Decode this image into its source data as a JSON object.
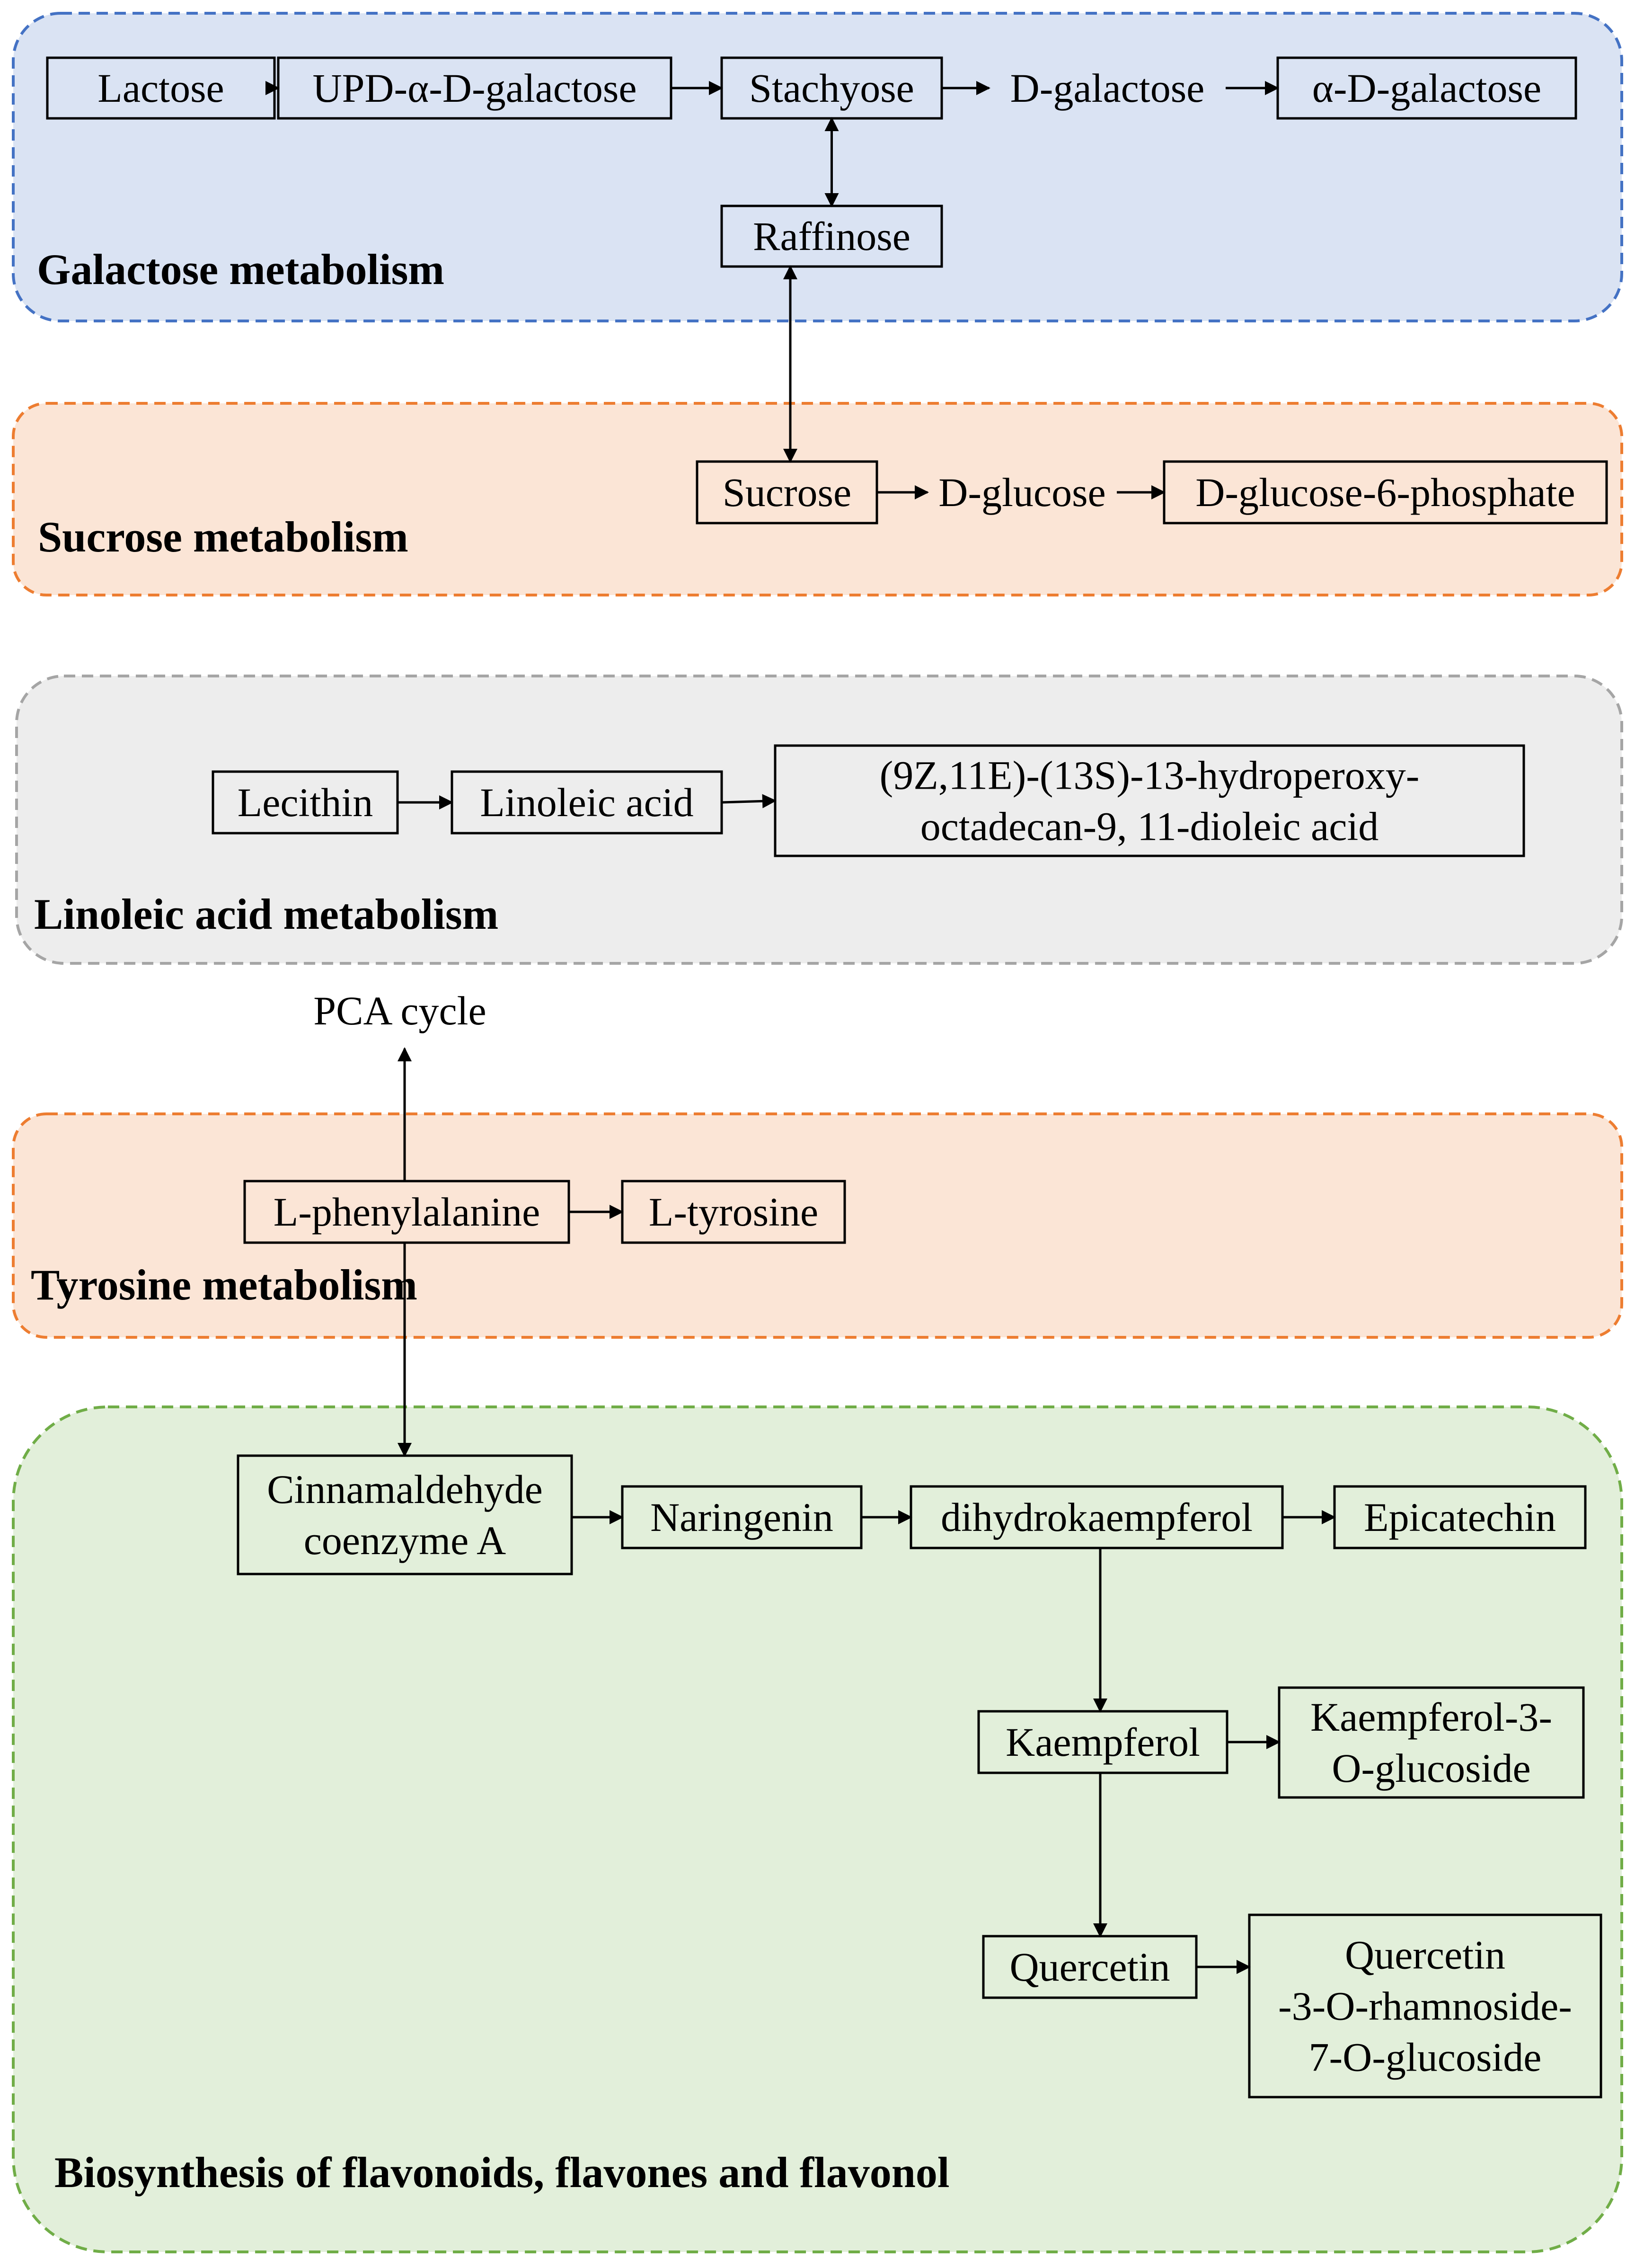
{
  "regions": [
    {
      "id": "galactose",
      "title": "Galactose metabolism",
      "fill": "#dae3f3",
      "stroke": "#4472c4"
    },
    {
      "id": "sucrose",
      "title": "Sucrose metabolism",
      "fill": "#fbe5d6",
      "stroke": "#ed7d31"
    },
    {
      "id": "linoleic",
      "title": "Linoleic acid metabolism",
      "fill": "#ededed",
      "stroke": "#a5a5a5"
    },
    {
      "id": "tyrosine",
      "title": "Tyrosine metabolism",
      "fill": "#fbe5d6",
      "stroke": "#ed7d31"
    },
    {
      "id": "flavonoid",
      "title": "Biosynthesis of flavonoids, flavones and flavonol",
      "fill": "#e2efda",
      "stroke": "#70ad47"
    }
  ],
  "nodes": {
    "lactose": {
      "lines": [
        "Lactose"
      ],
      "boxed": true
    },
    "upd_galactose": {
      "lines": [
        "UPD-α-D-galactose"
      ],
      "boxed": true
    },
    "stachyose": {
      "lines": [
        "Stachyose"
      ],
      "boxed": true
    },
    "d_galactose": {
      "lines": [
        "D-galactose"
      ],
      "boxed": false
    },
    "alpha_galactose": {
      "lines": [
        "α-D-galactose"
      ],
      "boxed": true
    },
    "raffinose": {
      "lines": [
        "Raffinose"
      ],
      "boxed": true
    },
    "sucrose": {
      "lines": [
        "Sucrose"
      ],
      "boxed": true
    },
    "d_glucose": {
      "lines": [
        "D-glucose"
      ],
      "boxed": false
    },
    "glucose_6_phosphate": {
      "lines": [
        "D-glucose-6-phosphate"
      ],
      "boxed": true
    },
    "lecithin": {
      "lines": [
        "Lecithin"
      ],
      "boxed": true
    },
    "linoleic_acid": {
      "lines": [
        "Linoleic acid"
      ],
      "boxed": true
    },
    "hydroperoxy": {
      "lines": [
        "(9Z,11E)-(13S)-13-hydroperoxy-",
        "octadecan-9, 11-dioleic acid"
      ],
      "boxed": true
    },
    "pca_cycle": {
      "lines": [
        "PCA cycle"
      ],
      "boxed": false
    },
    "l_phenylalanine": {
      "lines": [
        "L-phenylalanine"
      ],
      "boxed": true
    },
    "l_tyrosine": {
      "lines": [
        "L-tyrosine"
      ],
      "boxed": true
    },
    "cinnamaldehyde": {
      "lines": [
        "Cinnamaldehyde",
        "coenzyme A"
      ],
      "boxed": true
    },
    "naringenin": {
      "lines": [
        "Naringenin"
      ],
      "boxed": true
    },
    "dihydrokaempferol": {
      "lines": [
        "dihydrokaempferol"
      ],
      "boxed": true
    },
    "epicatechin": {
      "lines": [
        "Epicatechin"
      ],
      "boxed": true
    },
    "kaempferol": {
      "lines": [
        "Kaempferol"
      ],
      "boxed": true
    },
    "kaempferol_glucoside": {
      "lines": [
        "Kaempferol-3-",
        "O-glucoside"
      ],
      "boxed": true
    },
    "quercetin": {
      "lines": [
        "Quercetin"
      ],
      "boxed": true
    },
    "quercetin_glycoside": {
      "lines": [
        "Quercetin",
        "-3-O-rhamnoside-",
        "7-O-glucoside"
      ],
      "boxed": true
    }
  },
  "edges": [
    {
      "from": "lactose",
      "to": "upd_galactose",
      "bidirectional": false
    },
    {
      "from": "upd_galactose",
      "to": "stachyose",
      "bidirectional": false
    },
    {
      "from": "stachyose",
      "to": "d_galactose",
      "bidirectional": false
    },
    {
      "from": "d_galactose",
      "to": "alpha_galactose",
      "bidirectional": false
    },
    {
      "from": "stachyose",
      "to": "raffinose",
      "bidirectional": true
    },
    {
      "from": "raffinose",
      "to": "sucrose",
      "bidirectional": true
    },
    {
      "from": "sucrose",
      "to": "d_glucose",
      "bidirectional": false
    },
    {
      "from": "d_glucose",
      "to": "glucose_6_phosphate",
      "bidirectional": false
    },
    {
      "from": "lecithin",
      "to": "linoleic_acid",
      "bidirectional": false
    },
    {
      "from": "linoleic_acid",
      "to": "hydroperoxy",
      "bidirectional": false
    },
    {
      "from": "l_phenylalanine",
      "to": "pca_cycle",
      "bidirectional": false
    },
    {
      "from": "l_phenylalanine",
      "to": "l_tyrosine",
      "bidirectional": false
    },
    {
      "from": "l_phenylalanine",
      "to": "cinnamaldehyde",
      "bidirectional": false
    },
    {
      "from": "cinnamaldehyde",
      "to": "naringenin",
      "bidirectional": false
    },
    {
      "from": "naringenin",
      "to": "dihydrokaempferol",
      "bidirectional": false
    },
    {
      "from": "dihydrokaempferol",
      "to": "epicatechin",
      "bidirectional": false
    },
    {
      "from": "dihydrokaempferol",
      "to": "kaempferol",
      "bidirectional": false
    },
    {
      "from": "kaempferol",
      "to": "kaempferol_glucoside",
      "bidirectional": false
    },
    {
      "from": "kaempferol",
      "to": "quercetin",
      "bidirectional": false
    },
    {
      "from": "quercetin",
      "to": "quercetin_glycoside",
      "bidirectional": false
    }
  ]
}
